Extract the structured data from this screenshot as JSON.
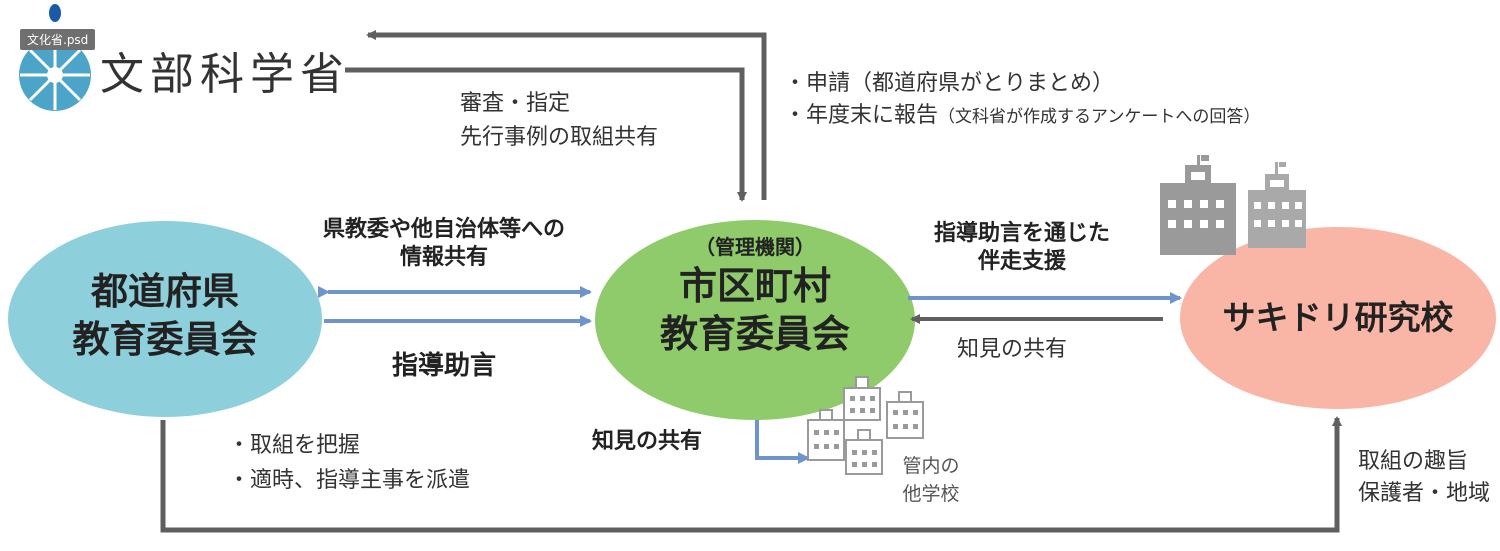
{
  "file_tag": "文化省.psd",
  "ministry": "文部科学省",
  "flow_top_left": [
    "審査・指定",
    "先行事例の取組共有"
  ],
  "flow_top_right": {
    "line1": "・申請（都道府県がとりまとめ）",
    "line2_main": "・年度末に報告",
    "line2_sub": "（文科省が作成するアンケートへの回答）"
  },
  "prefecture": {
    "line1": "都道府県",
    "line2": "教育委員会"
  },
  "municipality": {
    "sub": "（管理機関）",
    "line1": "市区町村",
    "line2": "教育委員会"
  },
  "research_school": "サキドリ研究校",
  "info_share": [
    "県教委や他自治体等への",
    "情報共有"
  ],
  "guidance": "指導助言",
  "support": [
    "指導助言を通じた",
    "伴走支援"
  ],
  "knowledge_share_right": "知見の共有",
  "knowledge_share_bottom": "知見の共有",
  "bottom_left": [
    "・取組を把握",
    "・適時、指導主事を派遣"
  ],
  "other_schools": [
    "管内の",
    "他学校"
  ],
  "right_edge": [
    "取組の趣旨",
    "保護者・地域"
  ],
  "colors": {
    "prefecture_fill": "#8ecfdc",
    "municipality_fill": "#8fcb6a",
    "school_fill": "#f9b5a6",
    "blue_arrow": "#6f94cc",
    "gray_arrow": "#5f5f5f",
    "logo_blue": "#4ca5c8"
  },
  "icons": [
    "ministry-logo-icon",
    "school-building-icon"
  ]
}
